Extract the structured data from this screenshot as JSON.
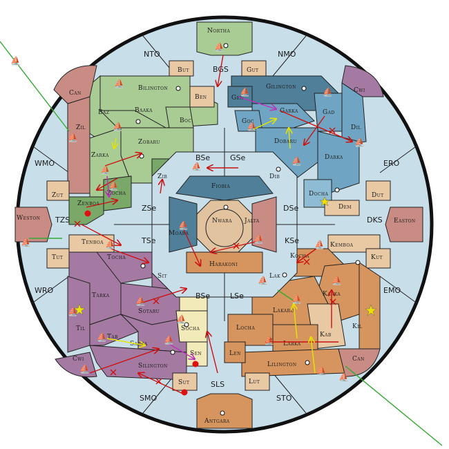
{
  "colors": {
    "sea": "#c8dfea",
    "green_dark": "#7aa868",
    "green": "#a9cb94",
    "blue_dark": "#4f7f99",
    "blue": "#6fa5c2",
    "blue_light": "#8ebcd5",
    "orange": "#d6955e",
    "orange_dark": "#c47c45",
    "purple": "#a57aa2",
    "purple_dark": "#8d6289",
    "rose": "#c98c84",
    "tan": "#e9c9a4",
    "yellow": "#f2eab8",
    "center": "#e2c3a0",
    "order_line": "#cc1111",
    "move_line": "#e4e400",
    "support_line": "#bb33bb",
    "aux_line": "#33aa33"
  },
  "sea_areas": {
    "nto": "NTO",
    "nmo": "NMO",
    "wmo": "WMO",
    "ero": "ERO",
    "wro": "WRO",
    "emo": "EMO",
    "smo": "SMO",
    "sto": "STO",
    "tzs": "TZS",
    "dks": "DKS",
    "bgs": "BGS",
    "sls": "SLS",
    "zse": "ZSe",
    "gse": "GSe",
    "dse": "DSe",
    "kse": "KSe",
    "tse": "TSe",
    "lse": "LSe",
    "bse_upper": "BSe",
    "bse_lower": "BSe"
  },
  "territories": {
    "northa": "Northa",
    "westony": "Weston",
    "eastony": "Easton",
    "antgara": "Antgara",
    "nwara": "Nwara",
    "fiobia": "Fiobia",
    "jalta": "Jalta",
    "moabia": "Moaba",
    "harakoni": "Harakoni",
    "bilington_green": "Bilington",
    "baaka": "Baaka",
    "baz": "Baz",
    "boc": "Boc",
    "zobaru": "Zobaru",
    "zarka": "Zarka",
    "zil": "Zil",
    "zib": "Zib",
    "zocha": "Zocha",
    "zenboa": "Zenboa",
    "zut": "Zut",
    "can_nw": "Can",
    "but": "But",
    "ben": "Ben",
    "gilington": "Gilington",
    "garka": "Garka",
    "gen": "Gen",
    "goc": "Goc",
    "gad": "Gad",
    "dil": "Dil",
    "dobaru": "Dobaru",
    "darka": "Darka",
    "dib": "Dib",
    "docha": "Docha",
    "dem": "Dem",
    "dut": "Dut",
    "cwi_ne": "Cwi",
    "gut": "Gut",
    "kemboa": "Kemboa",
    "kut": "Kut",
    "kocha": "Kocha",
    "karka": "Karka",
    "kil": "Kil",
    "kab": "Kab",
    "lakaru": "Lakaru",
    "larka": "Larka",
    "lilington": "Lilington",
    "locha": "Locha",
    "len": "Len",
    "lak": "Lak",
    "lut": "Lut",
    "can_se": "Can",
    "tenboa": "Tenboa",
    "tut": "Tut",
    "tocha": "Tocha",
    "tarka": "Tarka",
    "til": "Til",
    "tab": "Tab",
    "sit": "Sit",
    "sotaru": "Sotaru",
    "sarka": "Sarka",
    "silington": "Silington",
    "socha": "Socha",
    "sen": "Sen",
    "sut": "Sut",
    "cwi_sw": "Cwi"
  }
}
